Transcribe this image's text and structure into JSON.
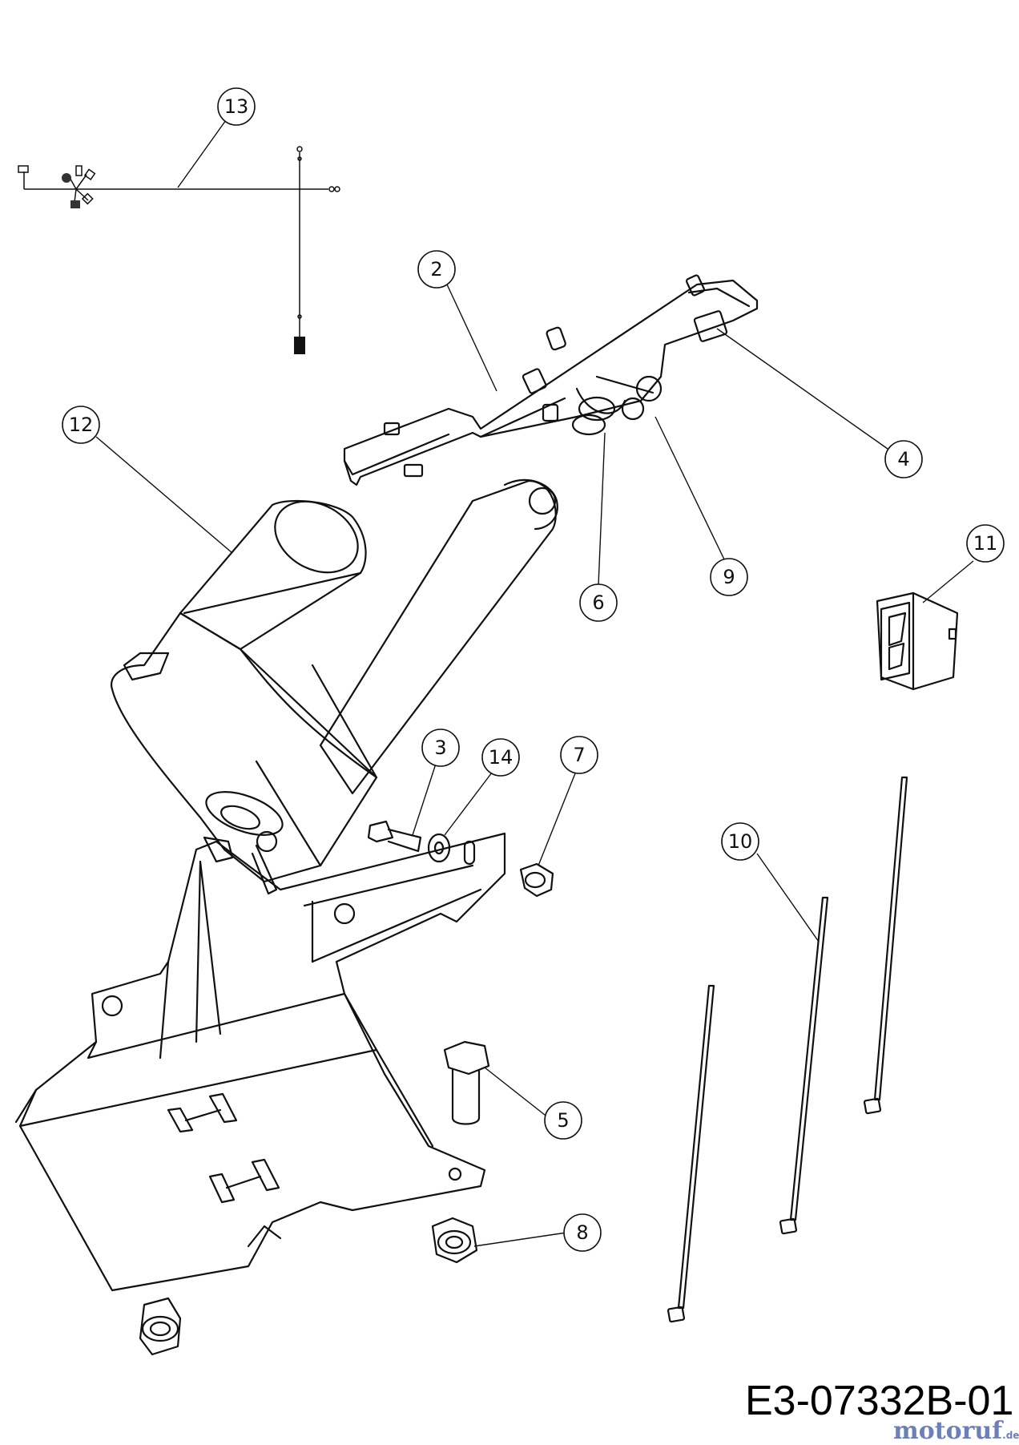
{
  "drawing_id": "E3-07332B-01",
  "watermark": "motoruf",
  "watermark_tld": ".de",
  "callouts": [
    {
      "id": "13",
      "label": "13"
    },
    {
      "id": "2",
      "label": "2"
    },
    {
      "id": "4",
      "label": "4"
    },
    {
      "id": "12",
      "label": "12"
    },
    {
      "id": "6",
      "label": "6"
    },
    {
      "id": "9",
      "label": "9"
    },
    {
      "id": "11",
      "label": "11"
    },
    {
      "id": "3",
      "label": "3"
    },
    {
      "id": "14",
      "label": "14"
    },
    {
      "id": "7",
      "label": "7"
    },
    {
      "id": "10",
      "label": "10"
    },
    {
      "id": "5",
      "label": "5"
    },
    {
      "id": "8",
      "label": "8"
    }
  ]
}
